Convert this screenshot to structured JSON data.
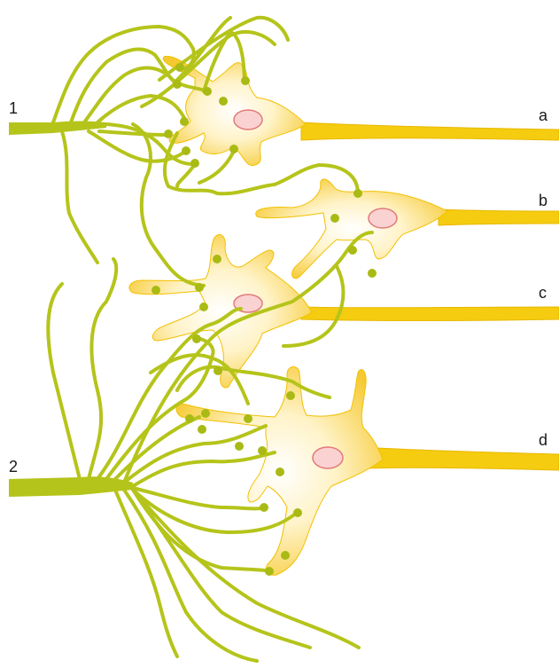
{
  "labels": {
    "input_1": "1",
    "input_2": "2",
    "neuron_a": "a",
    "neuron_b": "b",
    "neuron_c": "c",
    "neuron_d": "d"
  },
  "colors": {
    "afferent_fiber": "#b5c41a",
    "synapse_bouton": "#a9ba14",
    "neuron_body": "#fde9a0",
    "neuron_edge": "#f0c000",
    "axon": "#f5cc10",
    "nucleus_fill": "#fbd2d2",
    "nucleus_edge": "#e07b7b"
  }
}
